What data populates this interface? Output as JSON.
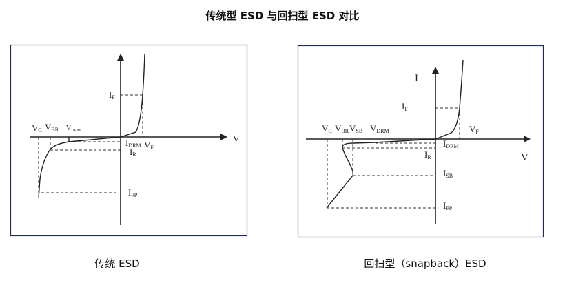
{
  "title": "传统型 ESD 与回扫型 ESD 对比",
  "captions": {
    "left": "传统 ESD",
    "right": "回扫型（snapback）ESD"
  },
  "left_diagram": {
    "axis_v": "V",
    "labels": {
      "IF": [
        "I",
        "F"
      ],
      "VC": [
        "V",
        "C"
      ],
      "VBR": [
        "V",
        "BR"
      ],
      "VDRM": [
        "V",
        "DRM"
      ],
      "IDRM": [
        "I",
        "DRM"
      ],
      "VF": [
        "V",
        "F"
      ],
      "IR": [
        "I",
        "R"
      ],
      "IPP": [
        "I",
        "PP"
      ]
    }
  },
  "right_diagram": {
    "axis_i": "I",
    "axis_v": "V",
    "labels": {
      "IF": [
        "I",
        "F"
      ],
      "VF": [
        "V",
        "F"
      ],
      "VC": [
        "V",
        "C"
      ],
      "VBR": [
        "V",
        "BR"
      ],
      "VSB": [
        "V",
        "SB"
      ],
      "VDRM": [
        "V",
        "DRM"
      ],
      "IDRM": [
        "I",
        "DRM"
      ],
      "IR": [
        "I",
        "R"
      ],
      "ISB": [
        "I",
        "SB"
      ],
      "IPP": [
        "I",
        "PP"
      ]
    }
  }
}
